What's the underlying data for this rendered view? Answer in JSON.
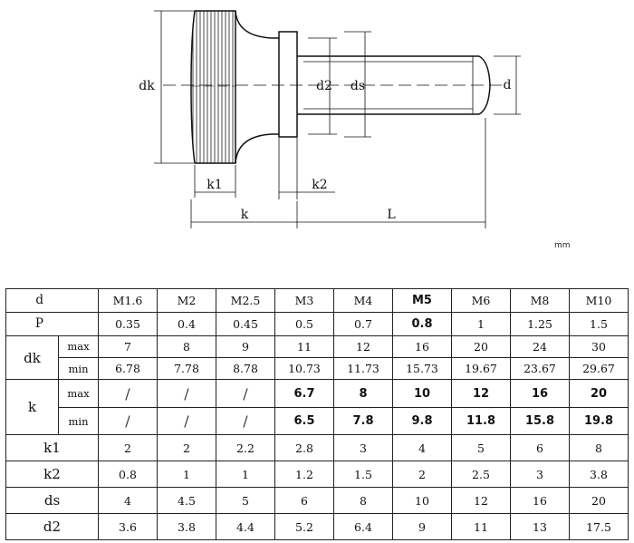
{
  "drawing": {
    "labels": {
      "dk": "dk",
      "d2": "d2",
      "ds": "ds",
      "d": "d",
      "k1": "k1",
      "k2": "k2",
      "k": "k",
      "L": "L"
    },
    "unit": "mm"
  },
  "table": {
    "header_label": "d",
    "sizes": [
      "M1.6",
      "M2",
      "M2.5",
      "M3",
      "M4",
      "M5",
      "M6",
      "M8",
      "M10"
    ],
    "pitch": {
      "label": "P",
      "values": [
        "0.35",
        "0.4",
        "0.45",
        "0.5",
        "0.7",
        "0.8",
        "1",
        "1.25",
        "1.5"
      ]
    },
    "dk": {
      "label": "dk",
      "max": {
        "label": "max",
        "values": [
          "7",
          "8",
          "9",
          "11",
          "12",
          "16",
          "20",
          "24",
          "30"
        ]
      },
      "min": {
        "label": "min",
        "values": [
          "6.78",
          "7.78",
          "8.78",
          "10.73",
          "11.73",
          "15.73",
          "19.67",
          "23.67",
          "29.67"
        ]
      }
    },
    "k": {
      "label": "k",
      "max": {
        "label": "max",
        "values": [
          "/",
          "/",
          "/",
          "6.7",
          "8",
          "10",
          "12",
          "16",
          "20"
        ]
      },
      "min": {
        "label": "min",
        "values": [
          "/",
          "/",
          "/",
          "6.5",
          "7.8",
          "9.8",
          "11.8",
          "15.8",
          "19.8"
        ]
      }
    },
    "k1": {
      "label": "k1",
      "values": [
        "2",
        "2",
        "2.2",
        "2.8",
        "3",
        "4",
        "5",
        "6",
        "8"
      ]
    },
    "k2": {
      "label": "k2",
      "values": [
        "0.8",
        "1",
        "1",
        "1.2",
        "1.5",
        "2",
        "2.5",
        "3",
        "3.8"
      ]
    },
    "ds": {
      "label": "ds",
      "values": [
        "4",
        "4.5",
        "5",
        "6",
        "8",
        "10",
        "12",
        "16",
        "20"
      ]
    },
    "d2": {
      "label": "d2",
      "values": [
        "3.6",
        "3.8",
        "4.4",
        "5.2",
        "6.4",
        "9",
        "11",
        "13",
        "17.5"
      ]
    }
  }
}
